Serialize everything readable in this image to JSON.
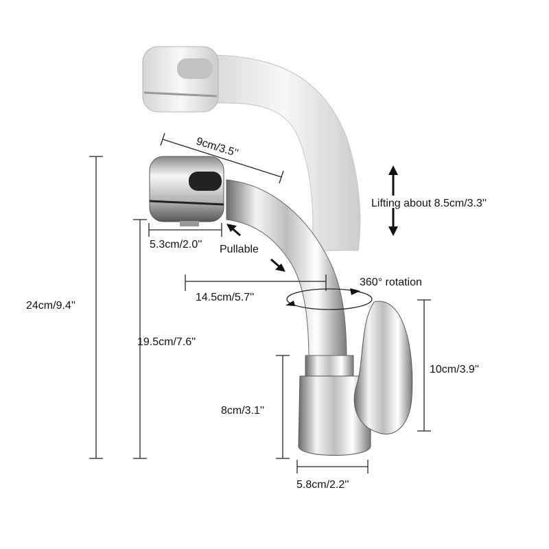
{
  "dimensions": {
    "total_height": "24cm/9.4''",
    "spout_height": "19.5cm/7.6''",
    "body_height": "8cm/3.1''",
    "handle_height": "10cm/3.9''",
    "base_diameter": "5.8cm/2.2''",
    "spout_reach": "14.5cm/5.7''",
    "head_width": "5.3cm/2.0''",
    "head_length": "9cm/3.5''"
  },
  "features": {
    "pullable": "Pullable",
    "lifting": "Lifting about 8.5cm/3.3''",
    "rotation": "360° rotation"
  },
  "colors": {
    "chrome_light": "#f2f2f2",
    "chrome_dark": "#5a5a5a",
    "line": "#222222"
  }
}
